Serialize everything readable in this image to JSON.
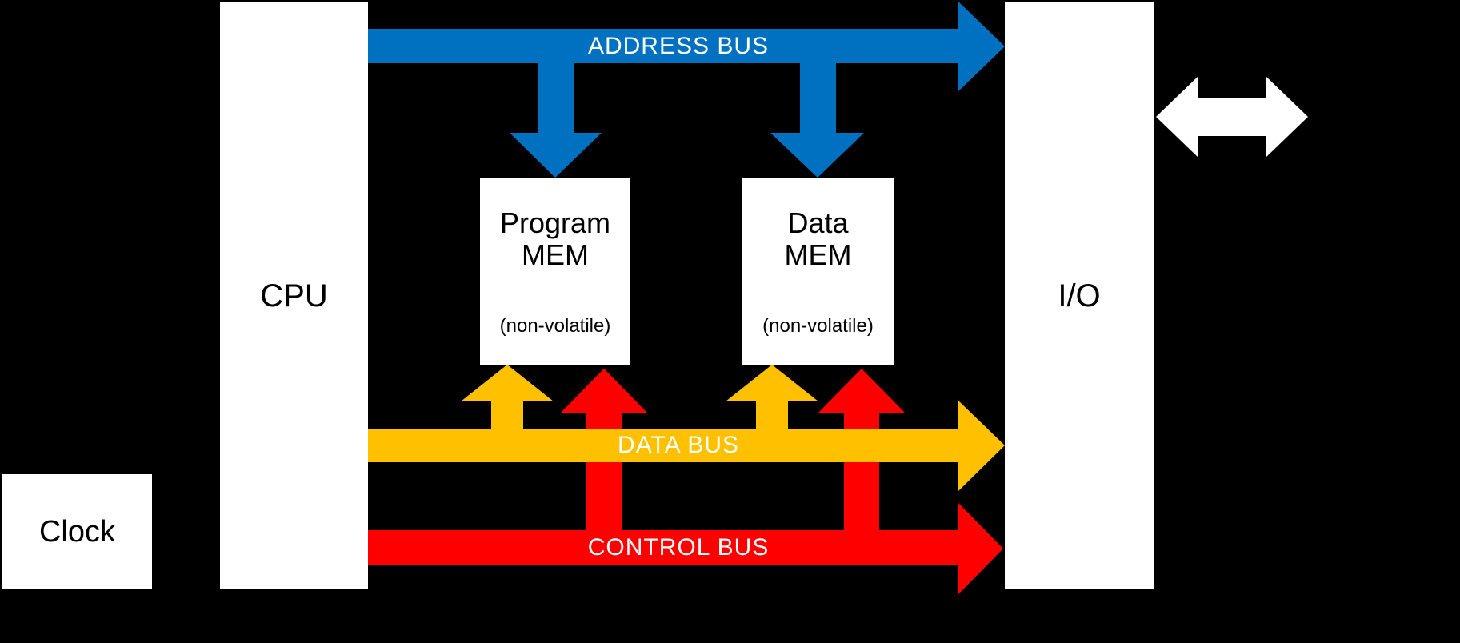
{
  "blocks": {
    "cpu": {
      "label": "CPU"
    },
    "clock": {
      "label": "Clock"
    },
    "program_mem": {
      "line1": "Program",
      "line2": "MEM",
      "subtitle": "(non-volatile)"
    },
    "data_mem": {
      "line1": "Data",
      "line2": "MEM",
      "subtitle": "(non-volatile)"
    },
    "io": {
      "label": "I/O"
    }
  },
  "buses": {
    "address": {
      "label": "ADDRESS BUS",
      "color": "#0070C0"
    },
    "data": {
      "label": "DATA BUS",
      "color": "#FFC000"
    },
    "control": {
      "label": "CONTROL BUS",
      "color": "#FF0000"
    }
  },
  "io_external_arrow": {
    "color": "#FFFFFF"
  },
  "colors": {
    "background": "#000000",
    "block_fill": "#FFFFFF",
    "block_text": "#000000",
    "bus_label_text": "#FFFFFF"
  }
}
